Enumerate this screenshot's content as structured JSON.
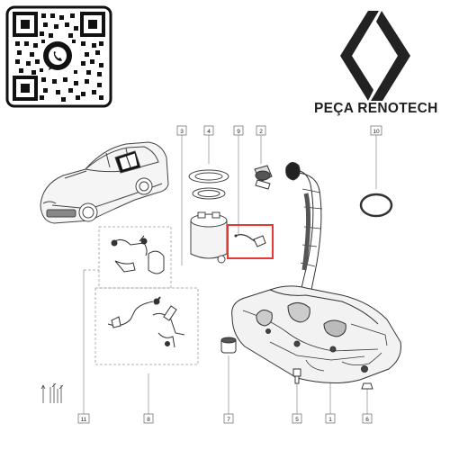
{
  "brand": {
    "name": "PEÇA RENOTECH",
    "logo_icon": "renault-diamond-logo",
    "qr_icon": "whatsapp-qr-code"
  },
  "callouts": [
    {
      "id": "c1",
      "number": "1"
    },
    {
      "id": "c2",
      "number": "2"
    },
    {
      "id": "c3",
      "number": "3"
    },
    {
      "id": "c4",
      "number": "4"
    },
    {
      "id": "c5",
      "number": "5"
    },
    {
      "id": "c6",
      "number": "6"
    },
    {
      "id": "c7",
      "number": "7"
    },
    {
      "id": "c8",
      "number": "8"
    },
    {
      "id": "c9",
      "number": "9"
    },
    {
      "id": "c10",
      "number": "10"
    },
    {
      "id": "c11",
      "number": "11"
    }
  ],
  "highlight_color": "#e53935"
}
